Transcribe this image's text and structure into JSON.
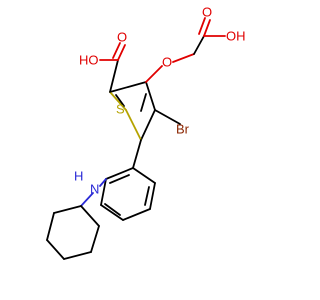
{
  "molecule": {
    "colors": {
      "bond": "#000000",
      "oxygen": "#e00000",
      "nitrogen": "#2a2ad6",
      "sulfur": "#b5a300",
      "bromine": "#8b2500",
      "hydrogen": "#000000"
    },
    "labels": {
      "acid_oh_left": "HO",
      "acid_o_left": "O",
      "ring_s": "S",
      "ether_o": "O",
      "acid_o_right": "O",
      "acid_oh_right": "OH",
      "br": "Br",
      "nh_h": "H",
      "nh_n": "N"
    }
  }
}
